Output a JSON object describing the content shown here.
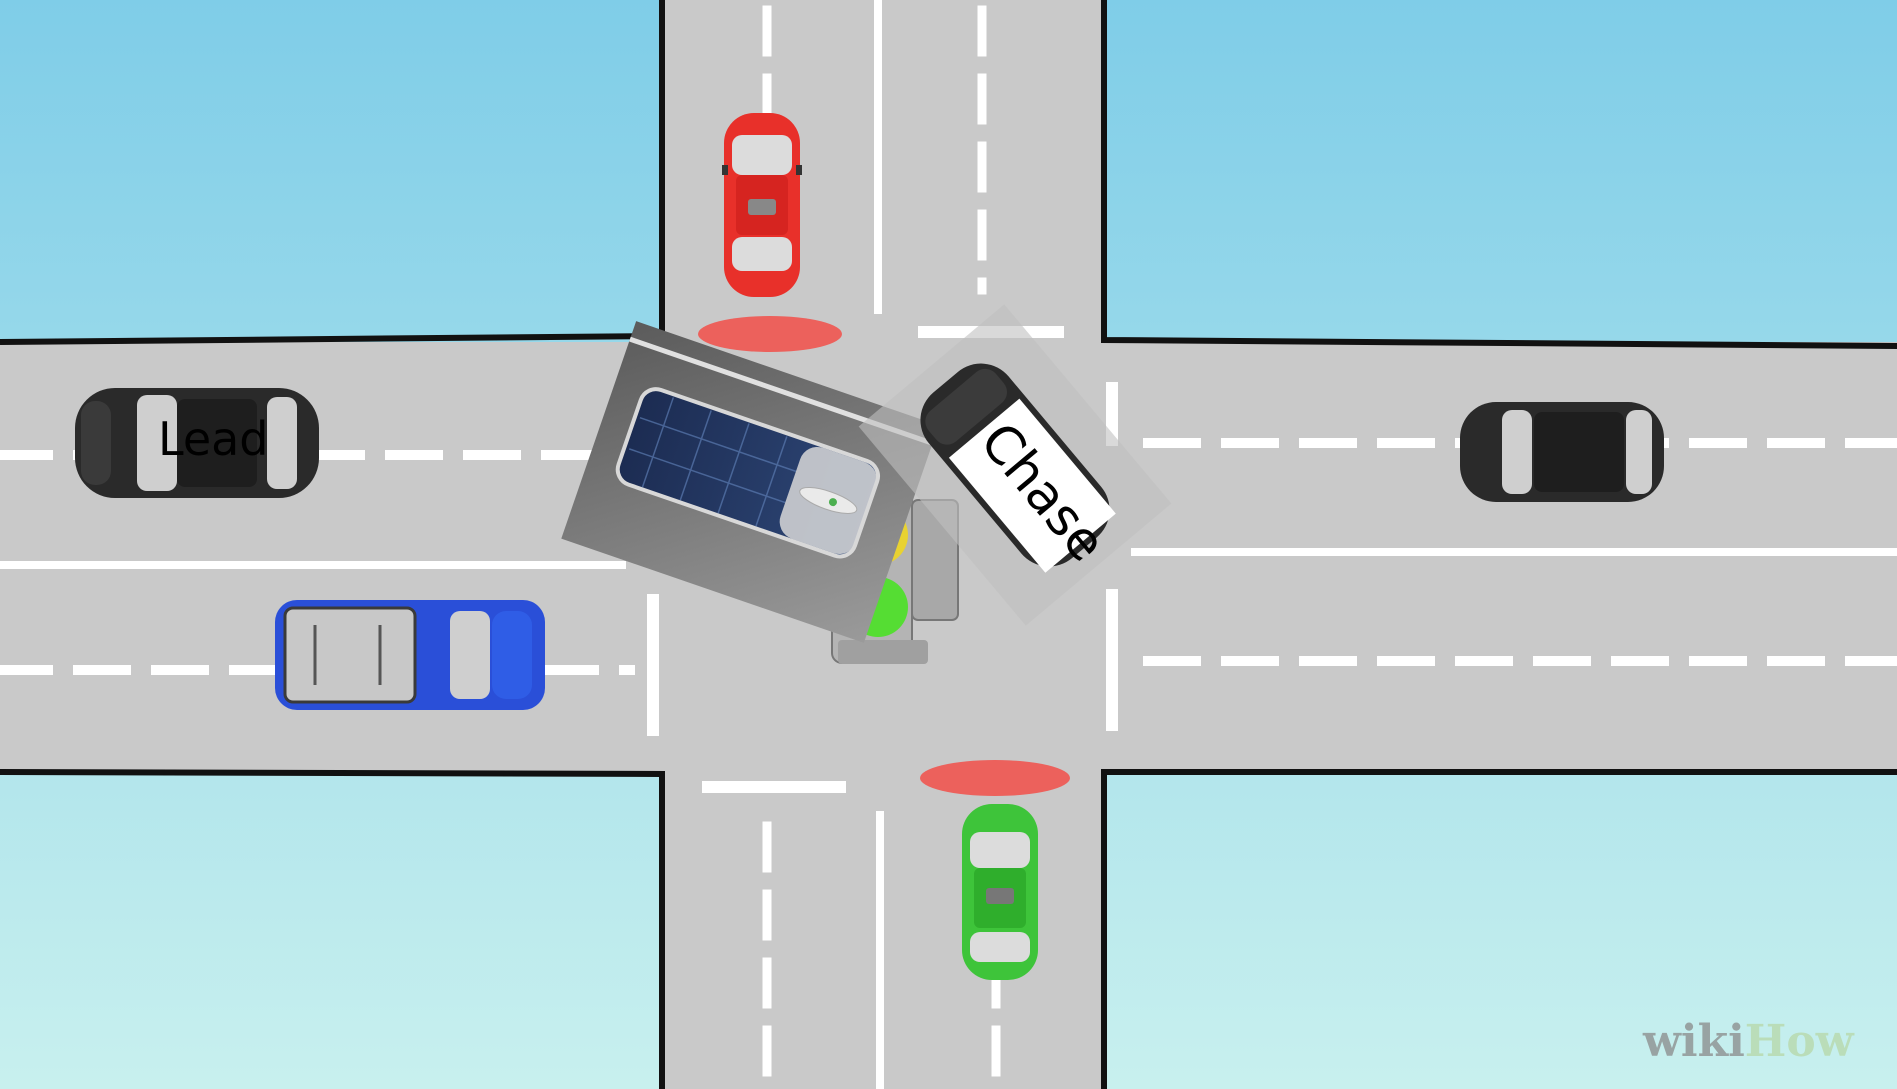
{
  "scene": {
    "description_labels": {
      "lead": "Lead",
      "chase": "Chase"
    },
    "watermark": {
      "part1": "wiki",
      "part2": "How"
    },
    "colors": {
      "sky_top": "#7fcde8",
      "sky_bottom": "#c8f0ee",
      "road": "#c9c9c9",
      "road_edge": "#111111",
      "lane_marking": "#ffffff",
      "stop_marker": "#f05550",
      "car_red": "#e8302a",
      "car_green": "#3ec43a",
      "car_blue": "#2a4fd8",
      "car_dark": "#2a2a2a",
      "traffic_light_body": "#b4b4b4",
      "light_green": "#55dd33",
      "light_yellow": "#e8d232",
      "watermark_gray": "#8a8a8a",
      "watermark_green": "#b7d8a8"
    }
  }
}
